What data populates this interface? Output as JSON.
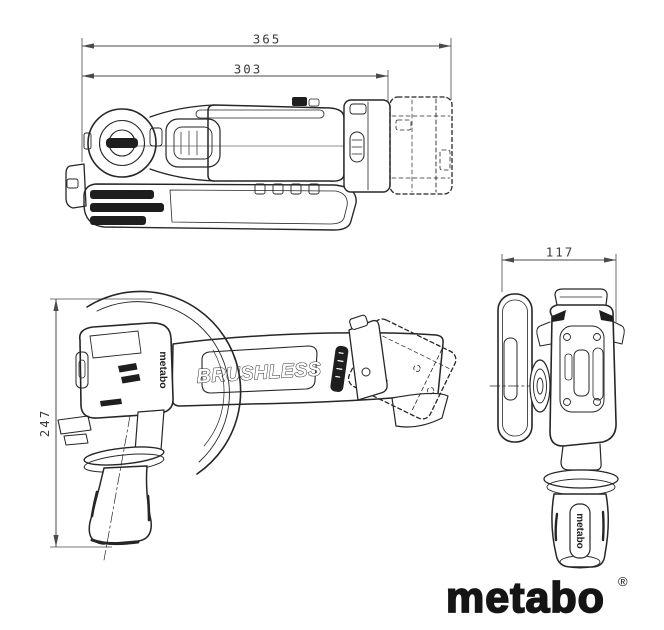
{
  "page": {
    "background_color": "#ffffff",
    "line_color": "#262626",
    "dimension_color": "#3c3c3c"
  },
  "dimensions": {
    "overall_length_mm": "365",
    "length_without_battery_mm": "303",
    "height_mm": "247",
    "head_width_mm": "117"
  },
  "labels": {
    "motor": "BRUSHLESS",
    "gearhead_brand": "metabo",
    "handle_brand": "metabo"
  },
  "brand": {
    "logo_text": "metabo",
    "registered_mark": "®"
  }
}
